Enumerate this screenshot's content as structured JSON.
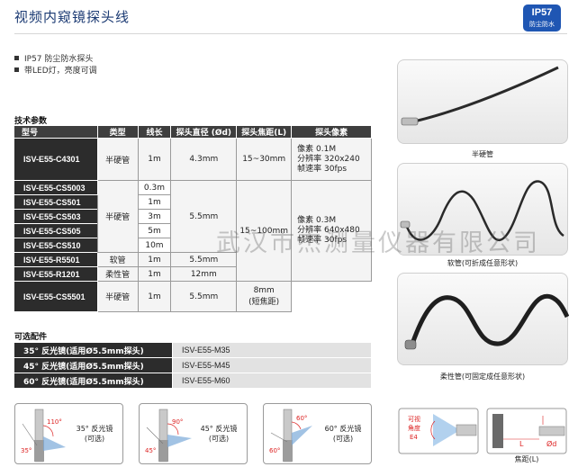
{
  "title": "视频内窥镜探头线",
  "badge": {
    "main": "IP57",
    "sub": "防尘防水"
  },
  "features": [
    "IP57 防尘防水探头",
    "带LED灯，亮度可调"
  ],
  "spec_heading": "技术参数",
  "spec_headers": [
    "型号",
    "类型",
    "线长",
    "探头直径 (Ød)",
    "探头焦距(L)",
    "探头像素"
  ],
  "spec_rows": [
    {
      "model": "ISV-E55-C4301",
      "type": "半硬管",
      "length": "1m",
      "diameter": "4.3mm",
      "focal": "15~30mm",
      "pixel": [
        "像素 0.1M",
        "分辨率 320x240",
        "帧速率 30fps"
      ]
    },
    {
      "model": "ISV-E55-CS5003",
      "length": "0.3m"
    },
    {
      "model": "ISV-E55-CS501",
      "length": "1m"
    },
    {
      "model": "ISV-E55-CS503",
      "length": "3m"
    },
    {
      "model": "ISV-E55-CS505",
      "length": "5m"
    },
    {
      "model": "ISV-E55-CS510",
      "length": "10m"
    },
    {
      "model": "ISV-E55-R5501",
      "type": "软管",
      "length": "1m",
      "diameter": "5.5mm"
    },
    {
      "model": "ISV-E55-R1201",
      "type": "柔性管",
      "length": "1m",
      "diameter": "12mm"
    },
    {
      "model": "ISV-E55-CS5501",
      "type": "半硬管",
      "length": "1m",
      "diameter": "5.5mm",
      "focal": [
        "8mm",
        "(短焦距)"
      ]
    }
  ],
  "spec_group": {
    "type": "半硬管",
    "diameter": "5.5mm",
    "focal": "15~100mm",
    "pixel": [
      "像素 0.3M",
      "分辨率 640x480",
      "帧速率 30fps"
    ]
  },
  "acc_heading": "可选配件",
  "accessories": [
    {
      "name": "35° 反光镜(适用Ø5.5mm探头)",
      "model": "ISV-E55-M35"
    },
    {
      "name": "45° 反光镜(适用Ø5.5mm探头)",
      "model": "ISV-E55-M45"
    },
    {
      "name": "60° 反光镜(适用Ø5.5mm探头)",
      "model": "ISV-E55-M60"
    }
  ],
  "mirrors": [
    {
      "label": [
        "35° 反光镜",
        "(可选)"
      ],
      "angle_in": "35°",
      "angle_out": "110°"
    },
    {
      "label": [
        "45° 反光镜",
        "(可选)"
      ],
      "angle_in": "45°",
      "angle_out": "90°"
    },
    {
      "label": [
        "60° 反光镜",
        "(可选)"
      ],
      "angle_in": "60°",
      "angle_out": "60°"
    }
  ],
  "photos": [
    {
      "caption": "半硬管"
    },
    {
      "caption": "软管(可折成任意形状)"
    },
    {
      "caption": "柔性管(可固定成任意形状)"
    }
  ],
  "focal_diagram": {
    "angle_label": [
      "可视",
      "角度",
      "E4"
    ],
    "caption": "焦距(L)",
    "l_label": "L",
    "d_label": "Ød"
  },
  "watermark": "武汉市杰测量仪器有限公司",
  "colors": {
    "title": "#1b3a73",
    "badge": "#1f56b3",
    "header_bg": "#3e3e3e",
    "model_bg": "#2c2c2c",
    "angle": "#d22222"
  }
}
